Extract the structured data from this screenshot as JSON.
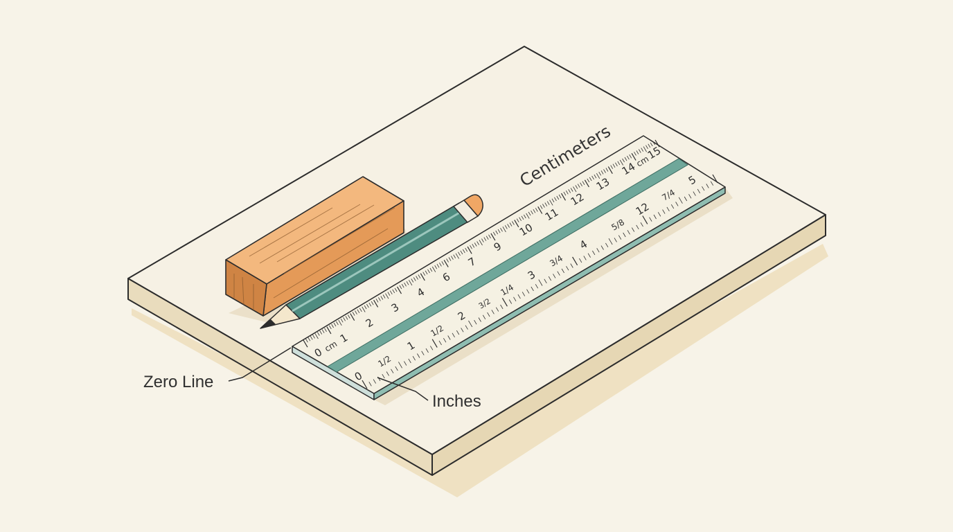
{
  "labels": {
    "centimeters": "Centimeters",
    "zero_line": "Zero Line",
    "inches": "Inches"
  },
  "ruler": {
    "cm_scale": {
      "labels": [
        "0",
        "cm",
        "1",
        "2",
        "3",
        "4",
        "6",
        "7",
        "9",
        "10",
        "11",
        "12",
        "13",
        "14",
        "cm",
        "15"
      ]
    },
    "inch_scale": {
      "labels": [
        "0",
        "1/2",
        "1",
        "1/2",
        "2",
        "3/2",
        "1/4",
        "3",
        "3/4",
        "4",
        "5/8",
        "12",
        "7/4",
        "5"
      ]
    }
  },
  "colors": {
    "background": "#f7f3e8",
    "board_top": "#f6f1e4",
    "board_side": "#e9dcbd",
    "shadow": "#ecdcb8",
    "outline": "#2c2c2c",
    "ruler_body": "#f5f1e3",
    "ruler_stripe": "#6fa79a",
    "pencil_body": "#4e8c80",
    "pencil_eraser": "#f0a765",
    "block_top": "#f3b87e",
    "block_front": "#e49a58",
    "block_end": "#cf8444"
  },
  "icons": {
    "block": "wooden-block-icon",
    "pencil": "pencil-icon",
    "ruler": "ruler-icon"
  }
}
